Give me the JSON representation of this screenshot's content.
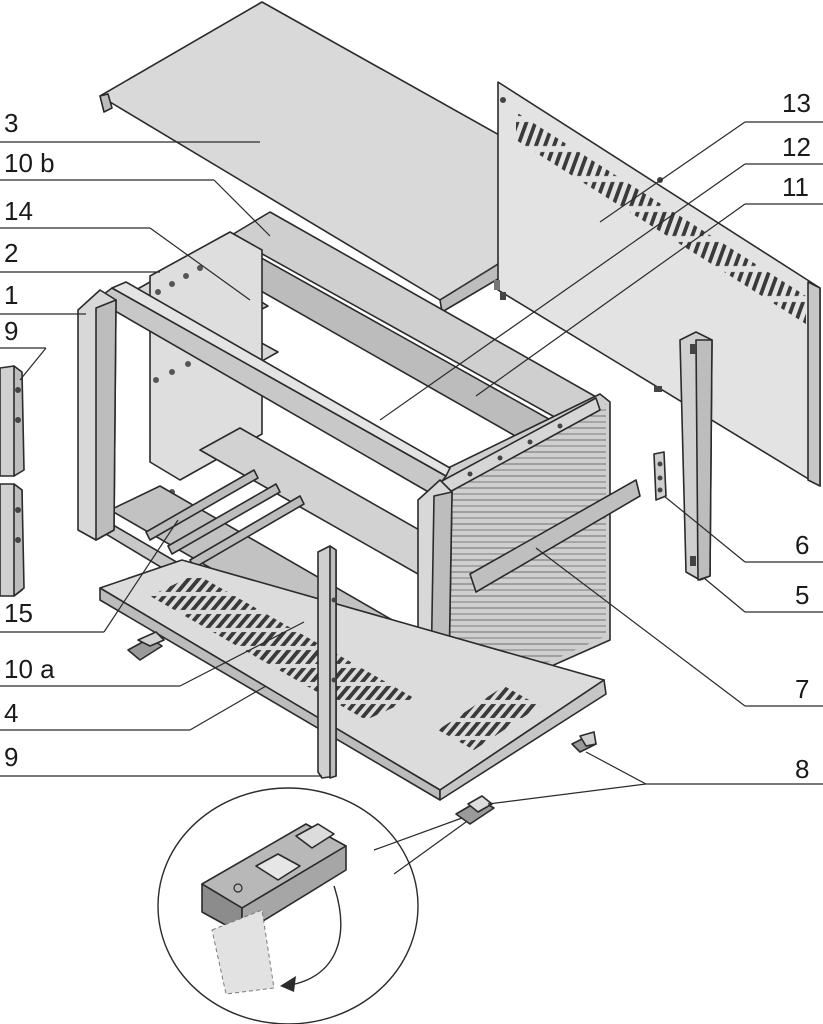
{
  "figure": {
    "title": "",
    "callouts": [
      {
        "id": "c3",
        "label": "3"
      },
      {
        "id": "c10b",
        "label": "10 b"
      },
      {
        "id": "c14",
        "label": "14"
      },
      {
        "id": "c2",
        "label": "2"
      },
      {
        "id": "c1",
        "label": "1"
      },
      {
        "id": "c9a",
        "label": "9"
      },
      {
        "id": "c15",
        "label": "15"
      },
      {
        "id": "c10a",
        "label": "10 a"
      },
      {
        "id": "c4",
        "label": "4"
      },
      {
        "id": "c9b",
        "label": "9"
      },
      {
        "id": "c13",
        "label": "13"
      },
      {
        "id": "c12",
        "label": "12"
      },
      {
        "id": "c11",
        "label": "11"
      },
      {
        "id": "c6",
        "label": "6"
      },
      {
        "id": "c5",
        "label": "5"
      },
      {
        "id": "c7",
        "label": "7"
      },
      {
        "id": "c8",
        "label": "8"
      }
    ],
    "colors": {
      "line": "#2b2b2b",
      "panel_light": "#e2e2e2",
      "panel_mid": "#cfcfcf",
      "panel_dark": "#a9a9a9",
      "background": "#ffffff"
    }
  }
}
